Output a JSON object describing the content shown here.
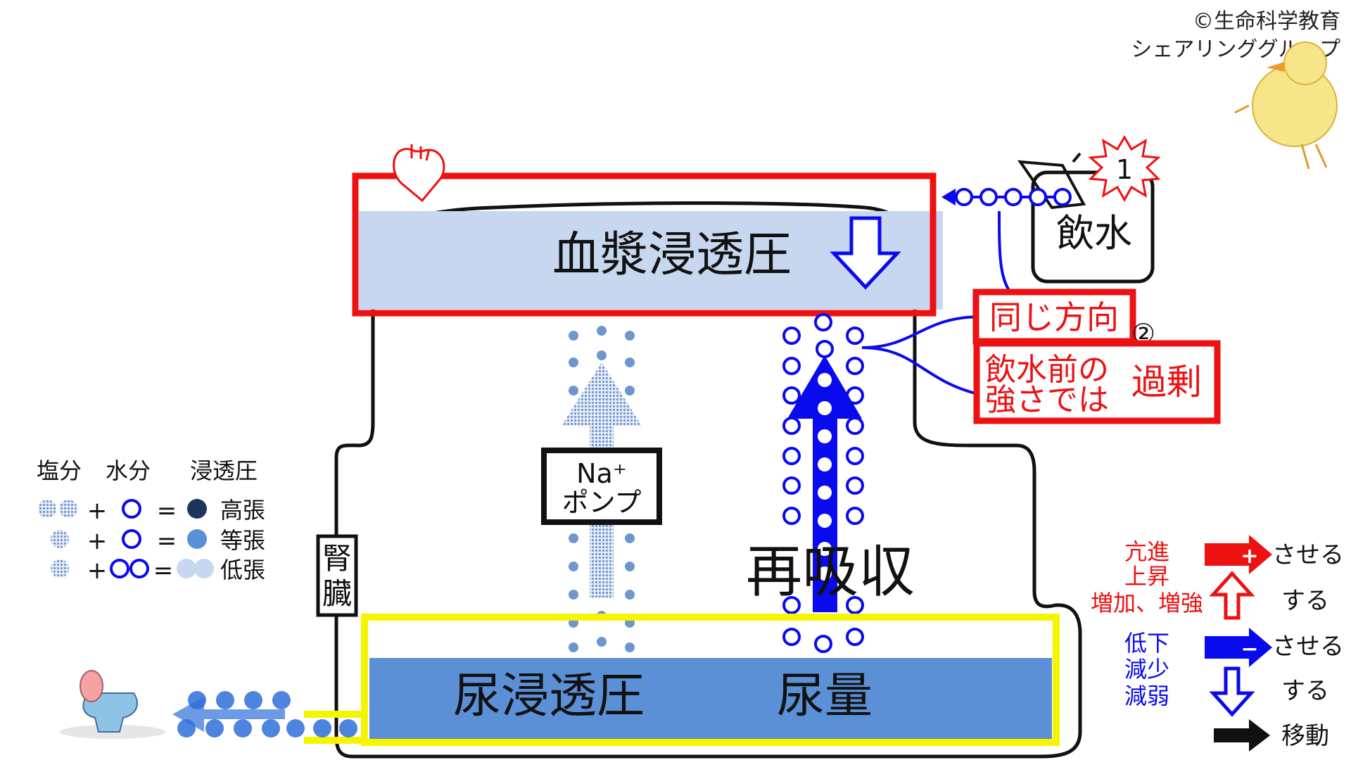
{
  "copyright": {
    "line1": "©生命科学教育",
    "line2": "シェアリンググループ"
  },
  "blood": {
    "label": "血漿浸透圧",
    "icon": "heart-icon"
  },
  "drink": {
    "label": "飲水",
    "badge": "1",
    "icon": "cup-icon"
  },
  "note": {
    "same_direction": "同じ方向",
    "circle_number": "②",
    "before_line1": "飲水前の",
    "before_line2": "強さでは",
    "excess": "過剰"
  },
  "pump": {
    "line1": "Na⁺",
    "line2": "ポンプ"
  },
  "reabsorption": "再吸収",
  "kidney": {
    "line1": "腎",
    "line2": "臓"
  },
  "urine": {
    "osmotic_label": "尿浸透圧",
    "volume_label": "尿量",
    "toilet_icon": "toilet-icon"
  },
  "legend_left": {
    "header_salt": "塩分",
    "header_water": "水分",
    "header_osmotic": "浸透圧",
    "rows": [
      {
        "op1": "+",
        "op2": "=",
        "label": "高張"
      },
      {
        "op1": "+",
        "op2": "=",
        "label": "等張"
      },
      {
        "op1": "+",
        "op2": "=",
        "label": "低張"
      }
    ]
  },
  "legend_right": {
    "up_terms": [
      "亢進",
      "上昇",
      "増加、増強"
    ],
    "down_terms": [
      "低下",
      "減少",
      "減弱"
    ],
    "causative_up": "させる",
    "do_up": "する",
    "causative_down": "させる",
    "do_down": "する",
    "move": "移動"
  },
  "colors": {
    "red": "#ee1111",
    "blue": "#0a0aee",
    "light_blue": "#c6d7ef",
    "mid_blue": "#5b8fd6",
    "dark_navy": "#1b355e",
    "yellow": "#f5f500",
    "dot_blue": "#6f95cf"
  }
}
